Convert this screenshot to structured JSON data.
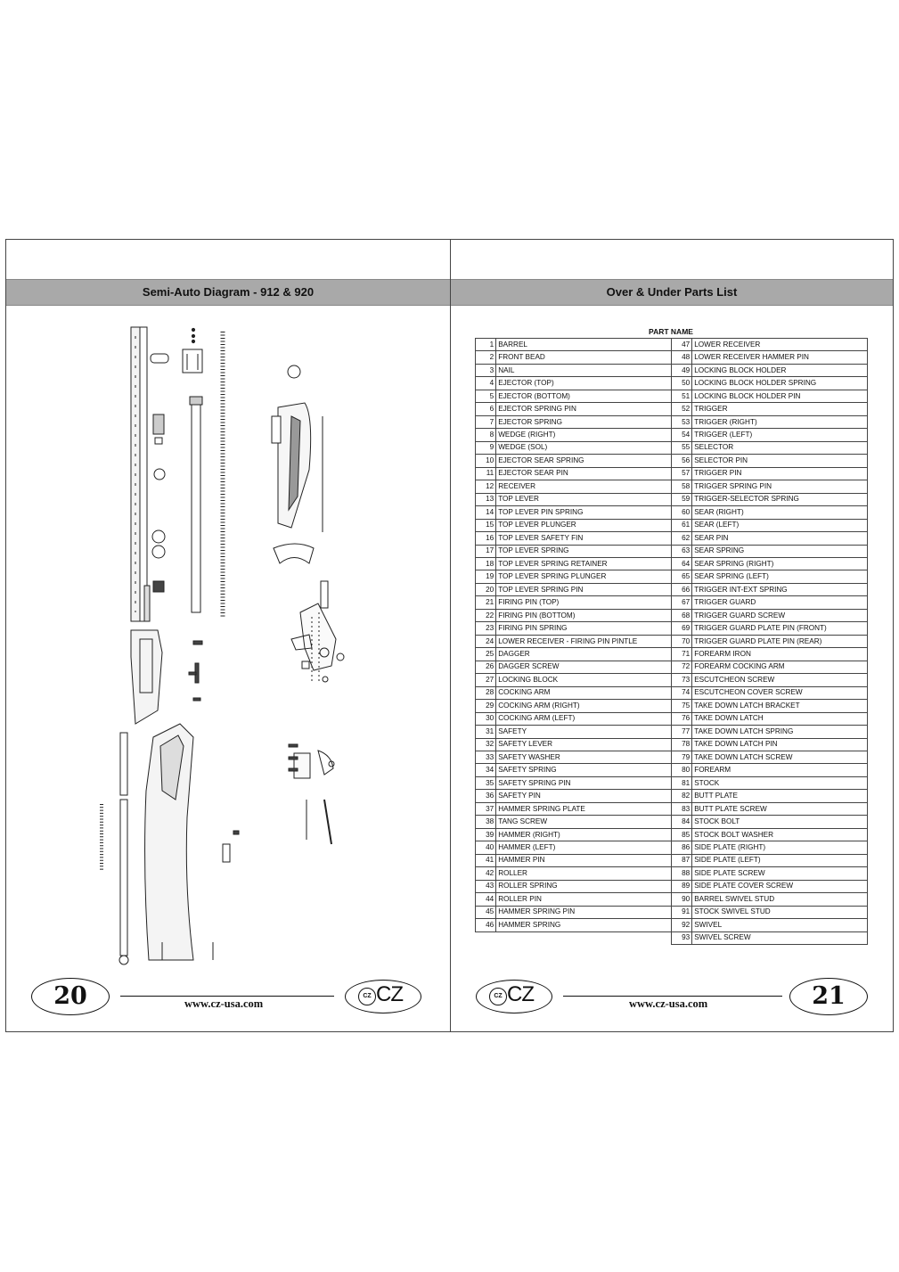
{
  "left_page": {
    "header": "Semi-Auto Diagram - 912 & 920",
    "page_number": "20",
    "url": "www.cz-usa.com",
    "logo_text": "CZ"
  },
  "right_page": {
    "header": "Over & Under Parts List",
    "page_number": "21",
    "url": "www.cz-usa.com",
    "logo_text": "CZ",
    "column_header": "PART NAME",
    "parts_left": [
      {
        "n": "1",
        "name": "BARREL"
      },
      {
        "n": "2",
        "name": "FRONT BEAD"
      },
      {
        "n": "3",
        "name": "NAIL"
      },
      {
        "n": "4",
        "name": "EJECTOR (TOP)"
      },
      {
        "n": "5",
        "name": "EJECTOR (BOTTOM)"
      },
      {
        "n": "6",
        "name": "EJECTOR SPRING PIN"
      },
      {
        "n": "7",
        "name": "EJECTOR SPRING"
      },
      {
        "n": "8",
        "name": "WEDGE (RIGHT)"
      },
      {
        "n": "9",
        "name": "WEDGE (SOL)"
      },
      {
        "n": "10",
        "name": "EJECTOR SEAR SPRING"
      },
      {
        "n": "11",
        "name": "EJECTOR SEAR PIN"
      },
      {
        "n": "12",
        "name": "RECEIVER"
      },
      {
        "n": "13",
        "name": "TOP LEVER"
      },
      {
        "n": "14",
        "name": "TOP LEVER PIN SPRING"
      },
      {
        "n": "15",
        "name": "TOP LEVER PLUNGER"
      },
      {
        "n": "16",
        "name": "TOP LEVER SAFETY FIN"
      },
      {
        "n": "17",
        "name": "TOP LEVER SPRING"
      },
      {
        "n": "18",
        "name": "TOP LEVER SPRING RETAINER"
      },
      {
        "n": "19",
        "name": "TOP LEVER SPRING PLUNGER"
      },
      {
        "n": "20",
        "name": "TOP LEVER SPRING PIN"
      },
      {
        "n": "21",
        "name": "FIRING PIN (TOP)"
      },
      {
        "n": "22",
        "name": "FIRING PIN (BOTTOM)"
      },
      {
        "n": "23",
        "name": "FIRING PIN SPRING"
      },
      {
        "n": "24",
        "name": "LOWER RECEIVER - FIRING PIN PINTLE"
      },
      {
        "n": "25",
        "name": "DAGGER"
      },
      {
        "n": "26",
        "name": "DAGGER SCREW"
      },
      {
        "n": "27",
        "name": "LOCKING BLOCK"
      },
      {
        "n": "28",
        "name": "COCKING ARM"
      },
      {
        "n": "29",
        "name": "COCKING ARM (RIGHT)"
      },
      {
        "n": "30",
        "name": "COCKING ARM (LEFT)"
      },
      {
        "n": "31",
        "name": "SAFETY"
      },
      {
        "n": "32",
        "name": "SAFETY LEVER"
      },
      {
        "n": "33",
        "name": "SAFETY WASHER"
      },
      {
        "n": "34",
        "name": "SAFETY SPRING"
      },
      {
        "n": "35",
        "name": "SAFETY SPRING PIN"
      },
      {
        "n": "36",
        "name": "SAFETY PIN"
      },
      {
        "n": "37",
        "name": "HAMMER SPRING PLATE"
      },
      {
        "n": "38",
        "name": "TANG SCREW"
      },
      {
        "n": "39",
        "name": "HAMMER (RIGHT)"
      },
      {
        "n": "40",
        "name": "HAMMER (LEFT)"
      },
      {
        "n": "41",
        "name": "HAMMER PIN"
      },
      {
        "n": "42",
        "name": "ROLLER"
      },
      {
        "n": "43",
        "name": "ROLLER SPRING"
      },
      {
        "n": "44",
        "name": "ROLLER PIN"
      },
      {
        "n": "45",
        "name": "HAMMER SPRING PIN"
      },
      {
        "n": "46",
        "name": "HAMMER SPRING"
      }
    ],
    "parts_right": [
      {
        "n": "47",
        "name": "LOWER RECEIVER"
      },
      {
        "n": "48",
        "name": "LOWER RECEIVER HAMMER PIN"
      },
      {
        "n": "49",
        "name": "LOCKING BLOCK HOLDER"
      },
      {
        "n": "50",
        "name": "LOCKING BLOCK HOLDER SPRING"
      },
      {
        "n": "51",
        "name": "LOCKING BLOCK HOLDER PIN"
      },
      {
        "n": "52",
        "name": "TRIGGER"
      },
      {
        "n": "53",
        "name": "TRIGGER (RIGHT)"
      },
      {
        "n": "54",
        "name": "TRIGGER (LEFT)"
      },
      {
        "n": "55",
        "name": "SELECTOR"
      },
      {
        "n": "56",
        "name": "SELECTOR PIN"
      },
      {
        "n": "57",
        "name": "TRIGGER PIN"
      },
      {
        "n": "58",
        "name": "TRIGGER SPRING PIN"
      },
      {
        "n": "59",
        "name": "TRIGGER-SELECTOR SPRING"
      },
      {
        "n": "60",
        "name": "SEAR (RIGHT)"
      },
      {
        "n": "61",
        "name": "SEAR (LEFT)"
      },
      {
        "n": "62",
        "name": "SEAR PIN"
      },
      {
        "n": "63",
        "name": "SEAR SPRING"
      },
      {
        "n": "64",
        "name": "SEAR SPRING (RIGHT)"
      },
      {
        "n": "65",
        "name": "SEAR SPRING (LEFT)"
      },
      {
        "n": "66",
        "name": "TRIGGER INT-EXT SPRING"
      },
      {
        "n": "67",
        "name": "TRIGGER GUARD"
      },
      {
        "n": "68",
        "name": "TRIGGER GUARD SCREW"
      },
      {
        "n": "69",
        "name": "TRIGGER GUARD PLATE PIN (FRONT)"
      },
      {
        "n": "70",
        "name": "TRIGGER GUARD PLATE PIN (REAR)"
      },
      {
        "n": "71",
        "name": "FOREARM IRON"
      },
      {
        "n": "72",
        "name": "FOREARM COCKING ARM"
      },
      {
        "n": "73",
        "name": "ESCUTCHEON SCREW"
      },
      {
        "n": "74",
        "name": "ESCUTCHEON COVER SCREW"
      },
      {
        "n": "75",
        "name": "TAKE DOWN LATCH BRACKET"
      },
      {
        "n": "76",
        "name": "TAKE DOWN LATCH"
      },
      {
        "n": "77",
        "name": "TAKE DOWN LATCH SPRING"
      },
      {
        "n": "78",
        "name": "TAKE DOWN LATCH PIN"
      },
      {
        "n": "79",
        "name": "TAKE DOWN LATCH SCREW"
      },
      {
        "n": "80",
        "name": "FOREARM"
      },
      {
        "n": "81",
        "name": "STOCK"
      },
      {
        "n": "82",
        "name": "BUTT PLATE"
      },
      {
        "n": "83",
        "name": "BUTT PLATE SCREW"
      },
      {
        "n": "84",
        "name": "STOCK BOLT"
      },
      {
        "n": "85",
        "name": "STOCK BOLT WASHER"
      },
      {
        "n": "86",
        "name": "SIDE PLATE (RIGHT)"
      },
      {
        "n": "87",
        "name": "SIDE PLATE (LEFT)"
      },
      {
        "n": "88",
        "name": "SIDE PLATE SCREW"
      },
      {
        "n": "89",
        "name": "SIDE PLATE COVER SCREW"
      },
      {
        "n": "90",
        "name": "BARREL SWIVEL STUD"
      },
      {
        "n": "91",
        "name": "STOCK SWIVEL STUD"
      },
      {
        "n": "92",
        "name": "SWIVEL"
      },
      {
        "n": "93",
        "name": "SWIVEL SCREW"
      }
    ]
  }
}
